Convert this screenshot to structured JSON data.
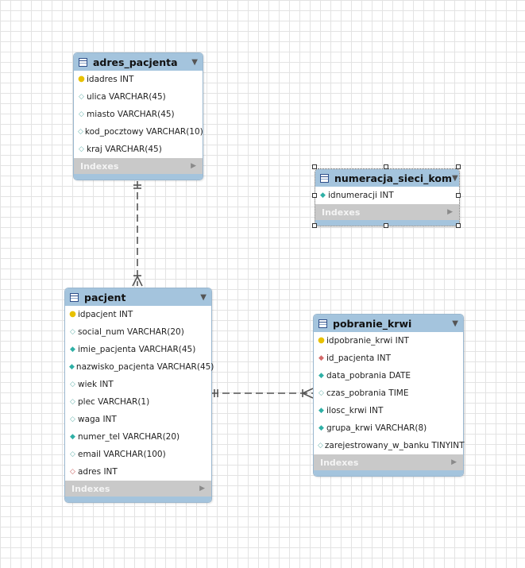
{
  "tables": {
    "adres_pacjenta": {
      "name": "adres_pacjenta",
      "columns": [
        {
          "icon": "primary-key-icon",
          "text": "idadres INT"
        },
        {
          "icon": "column-diamond-icon",
          "text": "ulica VARCHAR(45)"
        },
        {
          "icon": "column-diamond-icon",
          "text": "miasto VARCHAR(45)"
        },
        {
          "icon": "column-diamond-icon",
          "text": "kod_pocztowy VARCHAR(10)"
        },
        {
          "icon": "column-diamond-icon",
          "text": "kraj VARCHAR(45)"
        }
      ],
      "indexes_label": "Indexes"
    },
    "numeracja_sieci_kom": {
      "name": "numeracja_sieci_kom",
      "columns": [
        {
          "icon": "column-diamond-filled-icon",
          "text": "idnumeracji INT"
        }
      ],
      "indexes_label": "Indexes"
    },
    "pacjent": {
      "name": "pacjent",
      "columns": [
        {
          "icon": "primary-key-icon",
          "text": "idpacjent INT"
        },
        {
          "icon": "column-diamond-icon",
          "text": "social_num VARCHAR(20)"
        },
        {
          "icon": "column-diamond-filled-icon",
          "text": "imie_pacjenta VARCHAR(45)"
        },
        {
          "icon": "column-diamond-filled-icon",
          "text": "nazwisko_pacjenta VARCHAR(45)"
        },
        {
          "icon": "column-diamond-icon",
          "text": "wiek INT"
        },
        {
          "icon": "column-diamond-icon",
          "text": "plec VARCHAR(1)"
        },
        {
          "icon": "column-diamond-icon",
          "text": "waga INT"
        },
        {
          "icon": "column-diamond-filled-icon",
          "text": "numer_tel VARCHAR(20)"
        },
        {
          "icon": "column-diamond-icon",
          "text": "email VARCHAR(100)"
        },
        {
          "icon": "foreign-key-hollow-icon",
          "text": "adres INT"
        }
      ],
      "indexes_label": "Indexes"
    },
    "pobranie_krwi": {
      "name": "pobranie_krwi",
      "columns": [
        {
          "icon": "primary-key-icon",
          "text": "idpobranie_krwi INT"
        },
        {
          "icon": "foreign-key-icon",
          "text": "id_pacjenta INT"
        },
        {
          "icon": "column-diamond-filled-icon",
          "text": "data_pobrania DATE"
        },
        {
          "icon": "column-diamond-icon",
          "text": "czas_pobrania TIME"
        },
        {
          "icon": "column-diamond-filled-icon",
          "text": "ilosc_krwi INT"
        },
        {
          "icon": "column-diamond-filled-icon",
          "text": "grupa_krwi VARCHAR(8)"
        },
        {
          "icon": "column-diamond-icon",
          "text": "zarejestrowany_w_banku TINYINT"
        }
      ],
      "indexes_label": "Indexes"
    }
  },
  "relationships": [
    {
      "from": "adres_pacjenta",
      "to": "pacjent",
      "cardinality": "one-to-many",
      "style": "dashed"
    },
    {
      "from": "pacjent",
      "to": "pobranie_krwi",
      "cardinality": "one-to-many",
      "style": "dashed"
    }
  ],
  "selected_table": "numeracja_sieci_kom",
  "colors": {
    "header": "#a4c4dd",
    "indexes_bar": "#c9c9c9",
    "primary_key": "#e8c100",
    "foreign_key": "#d46a6a",
    "column": "#6eb7b1",
    "grid": "#e3e3e3"
  }
}
